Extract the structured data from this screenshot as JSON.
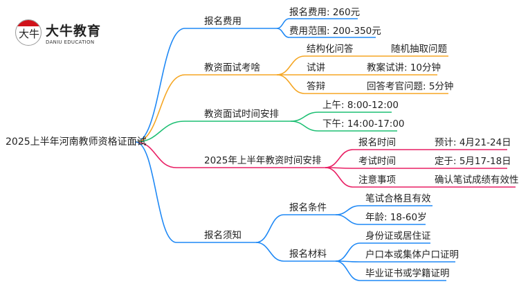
{
  "logo": {
    "cn": "大牛教育",
    "en": "DANIU EDUCATION",
    "mark": "大牛"
  },
  "root": "2025上半年河南教师资格证面试",
  "colors": {
    "blue": "#1e88f5",
    "orange": "#f5a623",
    "green": "#1dbf73",
    "pink": "#e91e63"
  },
  "branches": [
    {
      "label": "报名费用",
      "children": [
        {
          "label": "报名费用: 260元"
        },
        {
          "label": "费用范围: 200-350元"
        }
      ]
    },
    {
      "label": "教资面试考啥",
      "children": [
        {
          "label": "结构化问答",
          "value": "随机抽取问题"
        },
        {
          "label": "试讲",
          "value": "教案试讲: 10分钟"
        },
        {
          "label": "答辩",
          "value": "回答考官问题: 5分钟"
        }
      ]
    },
    {
      "label": "教资面试时间安排",
      "children": [
        {
          "label": "上午: 8:00-12:00"
        },
        {
          "label": "下午: 14:00-17:00"
        }
      ]
    },
    {
      "label": "2025年上半年教资时间安排",
      "children": [
        {
          "label": "报名时间",
          "value": "预计: 4月21-24日"
        },
        {
          "label": "考试时间",
          "value": "定于: 5月17-18日"
        },
        {
          "label": "注意事项",
          "value": "确认笔试成绩有效性"
        }
      ]
    },
    {
      "label": "报名须知",
      "children": [
        {
          "label": "报名条件",
          "children": [
            {
              "label": "笔试合格且有效"
            },
            {
              "label": "年龄: 18-60岁"
            }
          ]
        },
        {
          "label": "报名材料",
          "children": [
            {
              "label": "身份证或居住证"
            },
            {
              "label": "户口本或集体户口证明"
            },
            {
              "label": "毕业证书或学籍证明"
            }
          ]
        }
      ]
    }
  ]
}
